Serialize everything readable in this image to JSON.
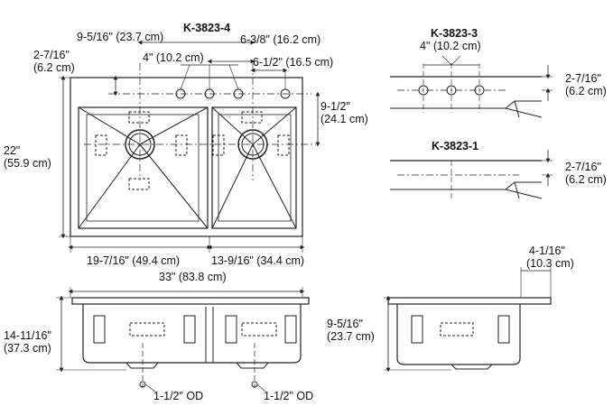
{
  "models": {
    "k4": "K-3823-4",
    "k3": "K-3823-3",
    "k1": "K-3823-1"
  },
  "dims": {
    "d_9_5_16_top": "9-5/16\" (23.7 cm)",
    "d_6_3_8": "6-3/8\" (16.2 cm)",
    "d_4_main": "4\" (10.2 cm)",
    "d_6_1_2": "6-1/2\" (16.5 cm)",
    "d_2_7_16_main_a": "2-7/16\"",
    "d_2_7_16_main_b": "(6.2 cm)",
    "d_9_1_2_a": "9-1/2\"",
    "d_9_1_2_b": "(24.1 cm)",
    "d_22_a": "22\"",
    "d_22_b": "(55.9 cm)",
    "d_19_7_16": "19-7/16\" (49.4 cm)",
    "d_13_9_16": "13-9/16\" (34.4 cm)",
    "d_33": "33\" (83.8 cm)",
    "d_14_11_16_a": "14-11/16\"",
    "d_14_11_16_b": "(37.3 cm)",
    "d_od_left": "1-1/2\" OD",
    "d_od_right": "1-1/2\" OD",
    "d_4_k3": "4\" (10.2 cm)",
    "d_2_7_16_k3_a": "2-7/16\"",
    "d_2_7_16_k3_b": "(6.2 cm)",
    "d_2_7_16_k1_a": "2-7/16\"",
    "d_2_7_16_k1_b": "(6.2 cm)",
    "d_4_1_16_a": "4-1/16\"",
    "d_4_1_16_b": "(10.3 cm)",
    "d_9_5_16_side_a": "9-5/16\"",
    "d_9_5_16_side_b": "(23.7 cm)"
  }
}
